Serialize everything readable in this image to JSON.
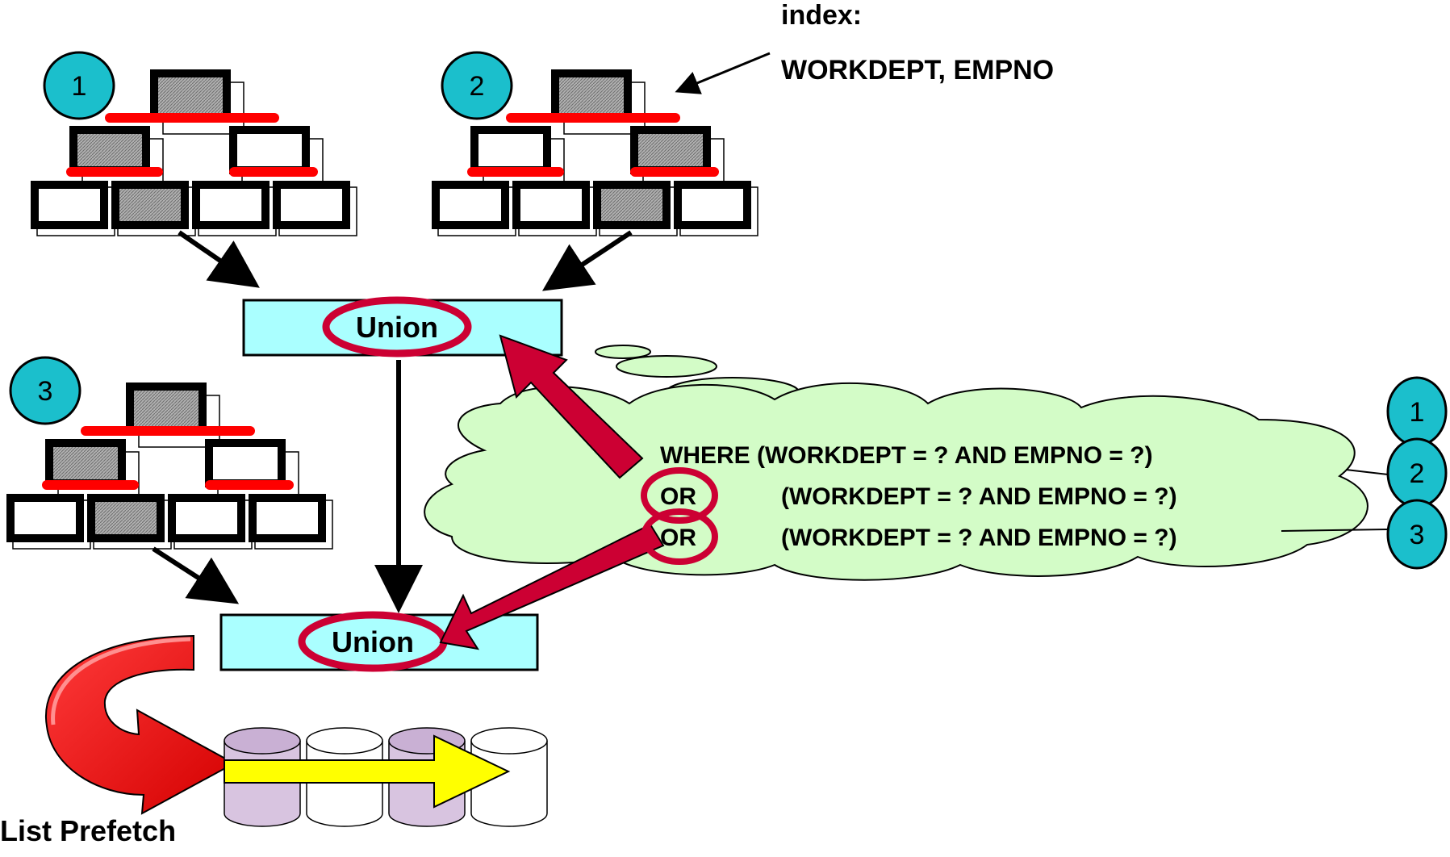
{
  "index_label": {
    "line1": "index:",
    "line2": "WORKDEPT, EMPNO"
  },
  "tree_badges": [
    "1",
    "2",
    "3"
  ],
  "union_labels": [
    "Union",
    "Union"
  ],
  "query": {
    "line1": "WHERE (WORKDEPT = ? AND EMPNO = ?)",
    "or1": "OR",
    "predicate2": "(WORKDEPT = ? AND EMPNO = ?)",
    "or2": "OR",
    "predicate3": "(WORKDEPT = ? AND EMPNO = ?)"
  },
  "predicate_badges": [
    "1",
    "2",
    "3"
  ],
  "list_prefetch_label": "List Prefetch",
  "colors": {
    "badge_fill": "#1bbfcc",
    "union_box_fill": "#aaffff",
    "cloud_fill": "#d3fcc7",
    "highlight_red": "#cc0033",
    "index_link_red": "#ff0000",
    "prefetch_arrow": "#ffff00",
    "cylinder_purple": "#d8c4e0"
  }
}
